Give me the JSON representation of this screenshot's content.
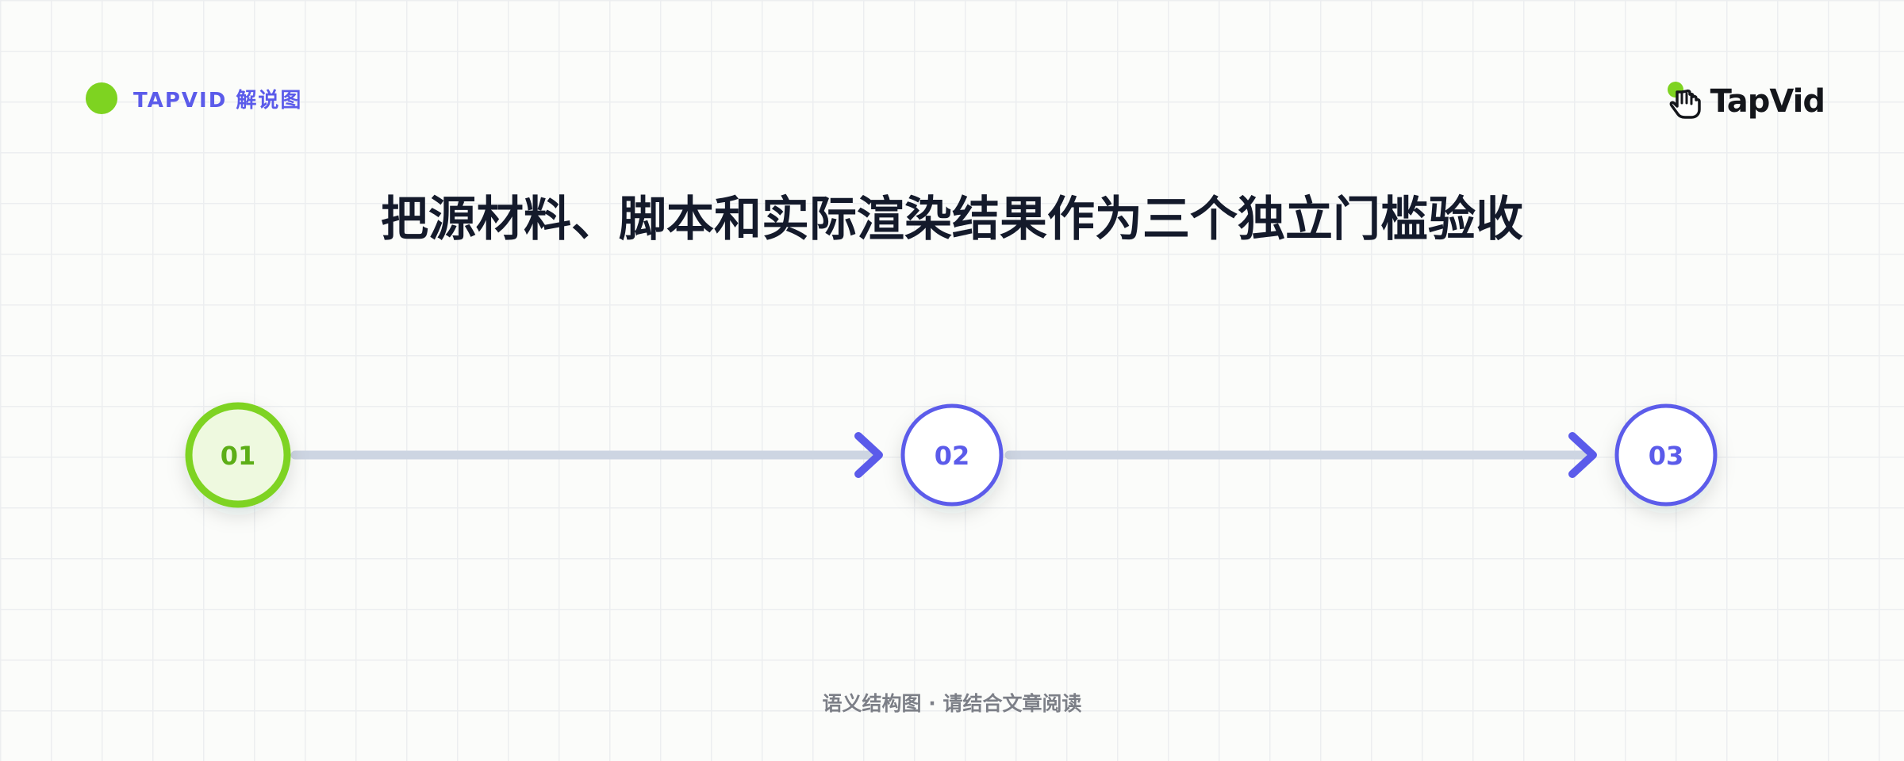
{
  "brand": {
    "tag": "TAPVID 解说图",
    "logo_text": "TapVid",
    "logo_icon": "pointer-hand-icon"
  },
  "title": "把源材料、脚本和实际渲染结果作为三个独立门槛验收",
  "steps": [
    {
      "label": "01",
      "active": true
    },
    {
      "label": "02",
      "active": false
    },
    {
      "label": "03",
      "active": false
    }
  ],
  "footer": "语义结构图 · 请结合文章阅读",
  "colors": {
    "accent_green": "#7ed321",
    "active_fill": "#eef9df",
    "active_text": "#5cae17",
    "accent_blue": "#5b5bea",
    "connector": "#cdd5e2",
    "title": "#141a2b",
    "footer": "#7c7f87"
  }
}
